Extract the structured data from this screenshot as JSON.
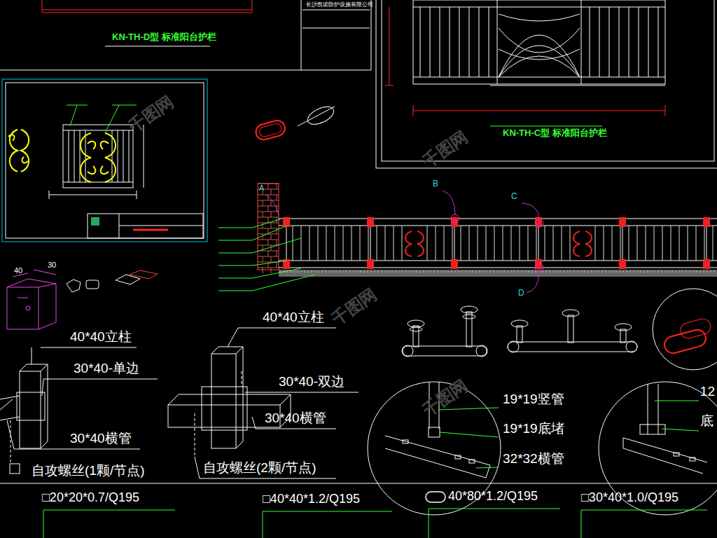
{
  "diagram": {
    "labels": [
      "KN-TH-D型 标准阳台护栏",
      "长沙凯诺防护设施有限公司",
      "KN-TH-C型 标准阳台护栏",
      "A",
      "B",
      "C",
      "D",
      "40",
      "30",
      "40*40立柱",
      "30*40-单边",
      "30*40横管",
      "自攻螺丝(1颗/节点)",
      "40*40立柱",
      "30*40-双边",
      "30*40横管",
      "自攻螺丝(2颗/节点)",
      "19*19竖管",
      "19*19底堵",
      "32*32横管",
      "12",
      "底",
      "□20*20*0.7/Q195",
      "□40*40*1.2/Q195",
      "40*80*1.2/Q195",
      "□30*40*1.0/Q195",
      "千图网",
      "千图网",
      "千图网",
      "千图网"
    ]
  }
}
